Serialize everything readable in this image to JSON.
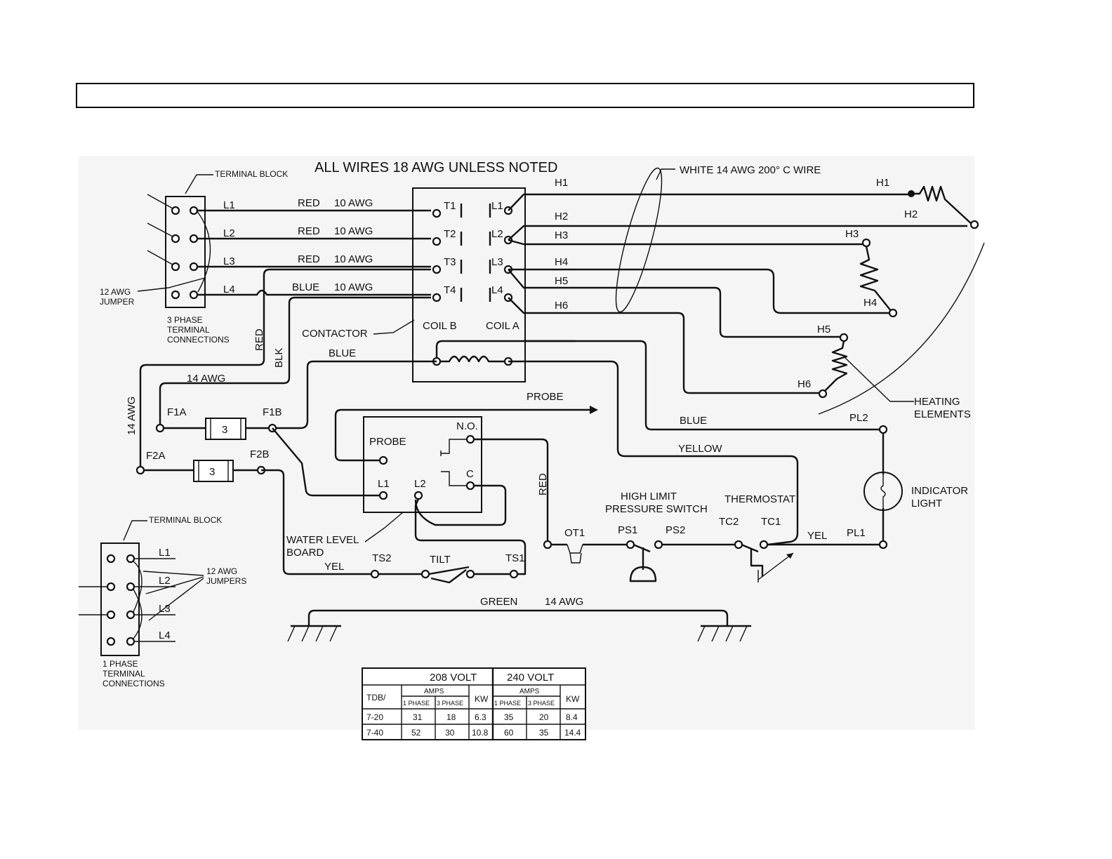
{
  "header": {
    "title": ""
  },
  "notes": {
    "all_wires": "ALL WIRES 18 AWG UNLESS NOTED",
    "white_wire": "WHITE 14 AWG 200° C WIRE"
  },
  "terminal_block_3ph": {
    "title": "TERMINAL BLOCK",
    "jumper": [
      "12 AWG",
      "JUMPER"
    ],
    "caption": [
      "3 PHASE",
      "TERMINAL",
      "CONNECTIONS"
    ],
    "lines": [
      "L1",
      "L2",
      "L3",
      "L4"
    ]
  },
  "terminal_block_1ph": {
    "title": "TERMINAL BLOCK",
    "jumpers": [
      "12 AWG",
      "JUMPERS"
    ],
    "caption": [
      "1 PHASE",
      "TERMINAL",
      "CONNECTIONS"
    ],
    "lines": [
      "L1",
      "L2",
      "L3",
      "L4"
    ]
  },
  "wires": {
    "red": "RED",
    "blue": "BLUE",
    "blk": "BLK",
    "yellow": "YELLOW",
    "yel": "YEL",
    "green": "GREEN",
    "awg10": "10 AWG",
    "awg14": "14 AWG"
  },
  "contactor": {
    "label": "CONTACTOR",
    "t": [
      "T1",
      "T2",
      "T3",
      "T4"
    ],
    "l": [
      "L1",
      "L2",
      "L3",
      "L4"
    ],
    "coil_b": "COIL B",
    "coil_a": "COIL A"
  },
  "heaters": {
    "h": [
      "H1",
      "H2",
      "H3",
      "H4",
      "H5",
      "H6"
    ],
    "label": [
      "HEATING",
      "ELEMENTS"
    ]
  },
  "fuses": {
    "f1a": "F1A",
    "f1b": "F1B",
    "f2a": "F2A",
    "f2b": "F2B",
    "rating": "3"
  },
  "water_level_board": {
    "label": [
      "WATER LEVEL",
      "BOARD"
    ],
    "probe": "PROBE",
    "no": "N.O.",
    "c": "C",
    "l1": "L1",
    "l2": "L2"
  },
  "probe": "PROBE",
  "tilt": {
    "label": "TILT",
    "ts1": "TS1",
    "ts2": "TS2"
  },
  "pressure_switch": {
    "label": [
      "HIGH LIMIT",
      "PRESSURE SWITCH"
    ],
    "ps1": "PS1",
    "ps2": "PS2",
    "ot1": "OT1"
  },
  "thermostat": {
    "label": "THERMOSTAT",
    "tc1": "TC1",
    "tc2": "TC2"
  },
  "indicator": {
    "label": [
      "INDICATOR",
      "LIGHT"
    ],
    "pl1": "PL1",
    "pl2": "PL2"
  },
  "table": {
    "v208": "208 VOLT",
    "v240": "240 VOLT",
    "model_header": "TDB/",
    "amps": "AMPS",
    "kw": "KW",
    "phase1": "1 PHASE",
    "phase3": "3 PHASE",
    "rows": [
      {
        "model": "7-20",
        "a1_208": "31",
        "a3_208": "18",
        "kw_208": "6.3",
        "a1_240": "35",
        "a3_240": "20",
        "kw_240": "8.4"
      },
      {
        "model": "7-40",
        "a1_208": "52",
        "a3_208": "30",
        "kw_208": "10.8",
        "a1_240": "60",
        "a3_240": "35",
        "kw_240": "14.4"
      }
    ]
  }
}
